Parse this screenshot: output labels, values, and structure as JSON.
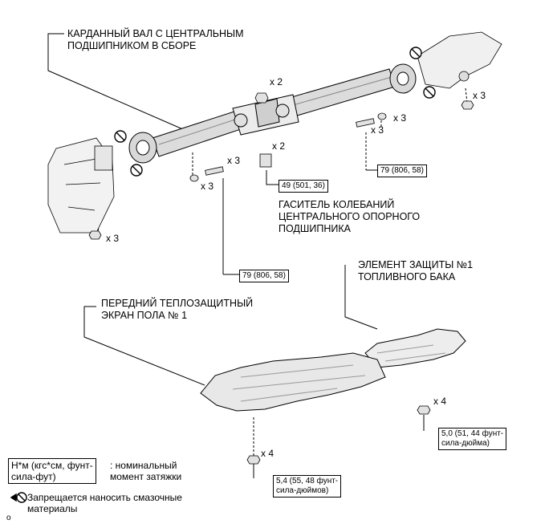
{
  "labels": {
    "propeller_shaft": [
      "КАРДАННЫЙ ВАЛ С ЦЕНТРАЛЬНЫМ",
      "ПОДШИПНИКОМ В СБОРЕ"
    ],
    "damper": [
      "ГАСИТЕЛЬ КОЛЕБАНИЙ",
      "ЦЕНТРАЛЬНОГО ОПОРНОГО",
      "ПОДШИПНИКА"
    ],
    "fuel_tank_protector": [
      "ЭЛЕМЕНТ ЗАЩИТЫ №1",
      "ТОПЛИВНОГО БАКА"
    ],
    "heat_insulator": [
      "ПЕРЕДНИЙ ТЕПЛОЗАЩИТНЫЙ",
      "ЭКРАН ПОЛА № 1"
    ]
  },
  "quantities": {
    "x2_top": "x 2",
    "x2_mid": "x 2",
    "x3_right_top": "x 3",
    "x3_right_bolt": "x 3",
    "x3_mid_bolt": "x 3",
    "x3_mid_washer": "x 3",
    "x3_left_nut": "x 3",
    "x4_tank": "x 4",
    "x4_insulator": "x 4"
  },
  "torques": {
    "t_damper": "49 (501, 36)",
    "t_rear": "79 (806, 58)",
    "t_front": "79 (806, 58)",
    "t_tank": [
      "5,0 (51, 44 фунт-",
      "сила-дюйма)"
    ],
    "t_insulator": [
      "5,4 (55, 48 фунт-",
      "сила-дюймов)"
    ]
  },
  "legend": {
    "unit_box": [
      "Н*м (кгс*см, фунт-",
      "сила-фут)"
    ],
    "unit_desc": [
      ": номинальный",
      "момент затяжки"
    ],
    "no_grease": [
      "Запрещается наносить смазочные",
      "материалы"
    ]
  },
  "figure_code": "o"
}
